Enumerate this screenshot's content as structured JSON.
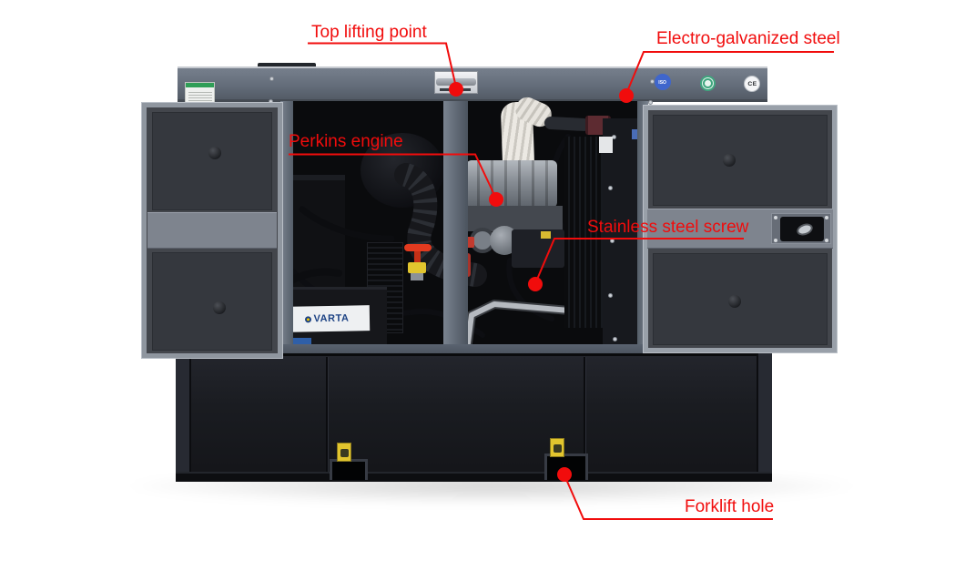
{
  "colors": {
    "accent-red": "#f10c0c",
    "canopy-gray": "#67707d",
    "door-band": "#7e848e",
    "base-dark": "#1b1d22",
    "warning-yellow": "#e2c52e",
    "battery-blue": "#1c4284",
    "badge-iso-blue": "#3f66cc",
    "badge-green": "#3fa57e"
  },
  "annotations": [
    {
      "name": "top-lifting-point",
      "label": "Top lifting point"
    },
    {
      "name": "electro-galvanized-steel",
      "label": "Electro-galvanized steel"
    },
    {
      "name": "perkins-engine",
      "label": "Perkins engine"
    },
    {
      "name": "stainless-steel-screw",
      "label": "Stainless steel screw"
    },
    {
      "name": "forklift-hole",
      "label": "Forklift hole"
    }
  ],
  "machine": {
    "battery_brand": "VARTA",
    "badges": {
      "iso": "ISO",
      "ce": "CE"
    }
  }
}
